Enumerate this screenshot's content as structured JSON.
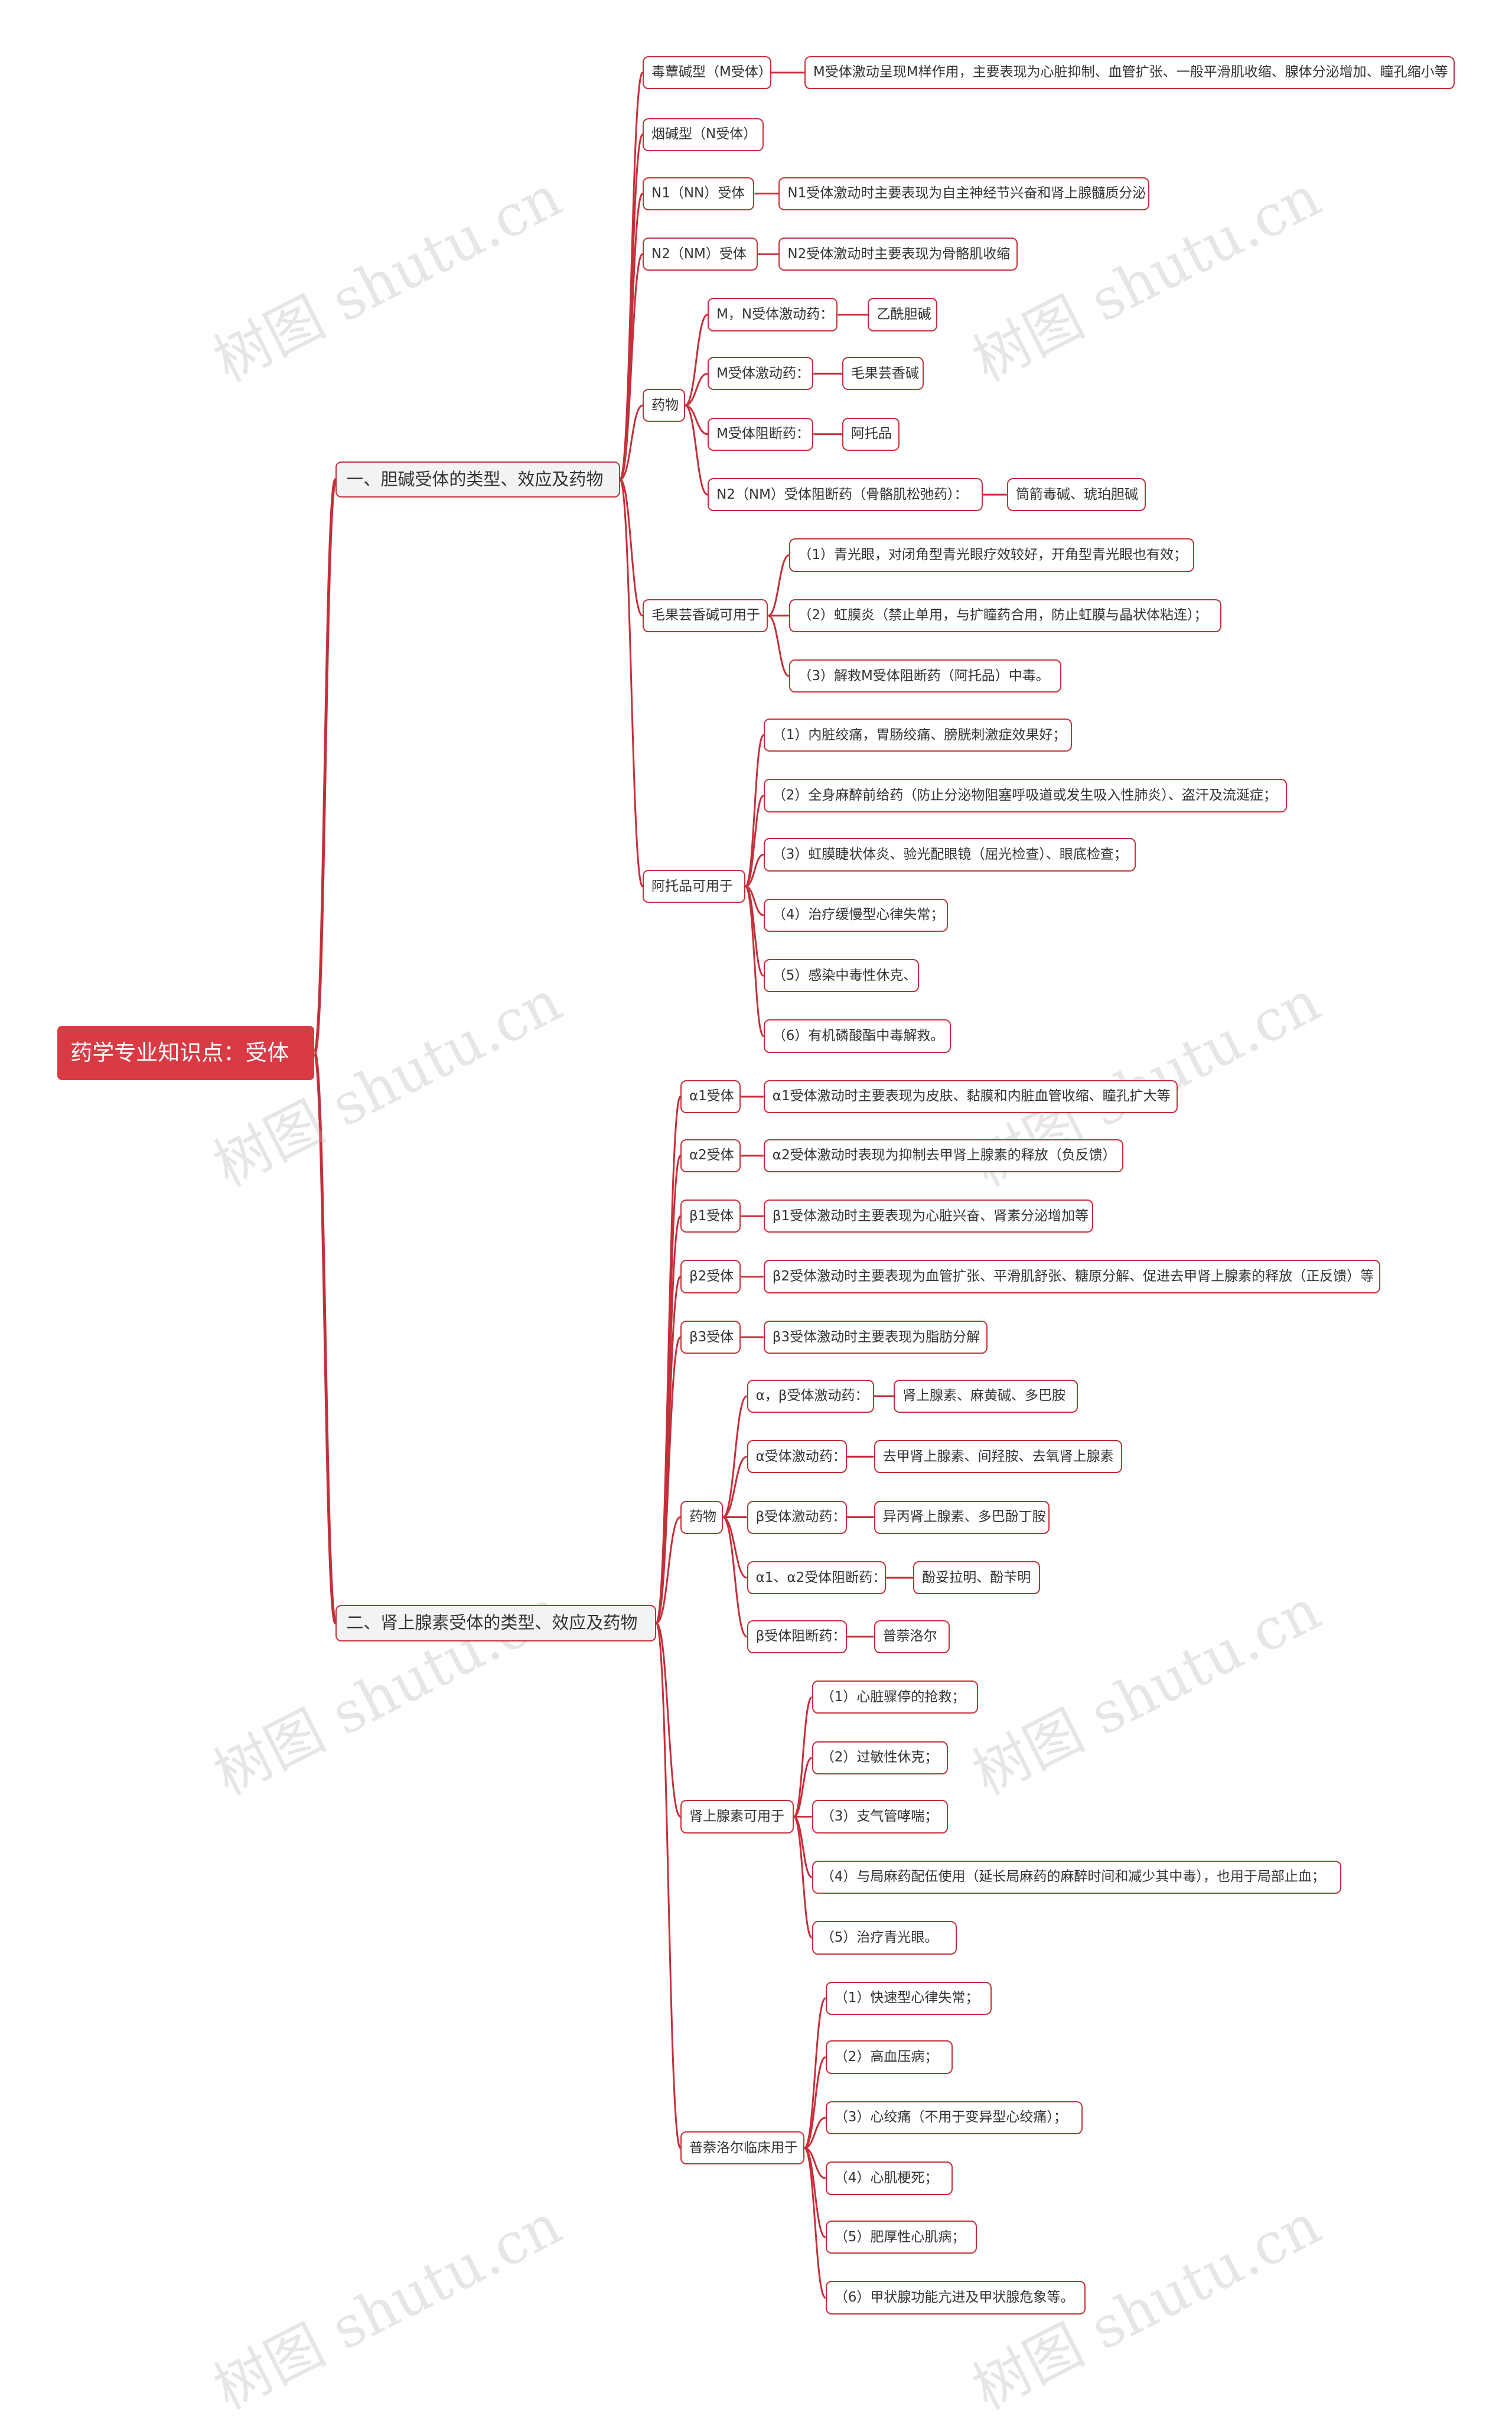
{
  "watermark_text": "树图 shutu.cn",
  "colors": {
    "accent": "#c4303a",
    "root_fill": "#d93a44",
    "branch_fill": "#f3f3f5"
  },
  "tree": {
    "text": "药学专业知识点：受体",
    "children": [
      {
        "text": "一、胆碱受体的类型、效应及药物",
        "children": [
          {
            "text": "毒蕈碱型（M受体）",
            "children": [
              {
                "text": "M受体激动呈现M样作用，主要表现为心脏抑制、血管扩张、一般平滑肌收缩、腺体分泌增加、瞳孔缩小等"
              }
            ]
          },
          {
            "text": "烟碱型（N受体）"
          },
          {
            "text": "N1（NN）受体",
            "children": [
              {
                "text": "N1受体激动时主要表现为自主神经节兴奋和肾上腺髓质分泌"
              }
            ]
          },
          {
            "text": "N2（NM）受体",
            "children": [
              {
                "text": "N2受体激动时主要表现为骨骼肌收缩"
              }
            ]
          },
          {
            "text": "药物",
            "children": [
              {
                "text": "M，N受体激动药：",
                "children": [
                  {
                    "text": "乙酰胆碱"
                  }
                ]
              },
              {
                "text": "M受体激动药：",
                "children": [
                  {
                    "text": "毛果芸香碱"
                  }
                ]
              },
              {
                "text": "M受体阻断药：",
                "children": [
                  {
                    "text": "阿托品"
                  }
                ]
              },
              {
                "text": "N2（NM）受体阻断药（骨骼肌松弛药）：",
                "children": [
                  {
                    "text": "筒箭毒碱、琥珀胆碱"
                  }
                ]
              }
            ]
          },
          {
            "text": "毛果芸香碱可用于",
            "children": [
              {
                "text": "（1）青光眼，对闭角型青光眼疗效较好，开角型青光眼也有效；"
              },
              {
                "text": "（2）虹膜炎（禁止单用，与扩瞳药合用，防止虹膜与晶状体粘连）；"
              },
              {
                "text": "（3）解救M受体阻断药（阿托品）中毒。"
              }
            ]
          },
          {
            "text": "阿托品可用于",
            "children": [
              {
                "text": "（1）内脏绞痛，胃肠绞痛、膀胱刺激症效果好；"
              },
              {
                "text": "（2）全身麻醉前给药（防止分泌物阻塞呼吸道或发生吸入性肺炎）、盗汗及流涎症；"
              },
              {
                "text": "（3）虹膜睫状体炎、验光配眼镜（屈光检查）、眼底检查；"
              },
              {
                "text": "（4）治疗缓慢型心律失常；"
              },
              {
                "text": "（5）感染中毒性休克、"
              },
              {
                "text": "（6）有机磷酸酯中毒解救。"
              }
            ]
          }
        ]
      },
      {
        "text": "二、肾上腺素受体的类型、效应及药物",
        "children": [
          {
            "text": "α1受体",
            "children": [
              {
                "text": "α1受体激动时主要表现为皮肤、黏膜和内脏血管收缩、瞳孔扩大等"
              }
            ]
          },
          {
            "text": "α2受体",
            "children": [
              {
                "text": "α2受体激动时表现为抑制去甲肾上腺素的释放（负反馈）"
              }
            ]
          },
          {
            "text": "β1受体",
            "children": [
              {
                "text": "β1受体激动时主要表现为心脏兴奋、肾素分泌增加等"
              }
            ]
          },
          {
            "text": "β2受体",
            "children": [
              {
                "text": "β2受体激动时主要表现为血管扩张、平滑肌舒张、糖原分解、促进去甲肾上腺素的释放（正反馈）等"
              }
            ]
          },
          {
            "text": "β3受体",
            "children": [
              {
                "text": "β3受体激动时主要表现为脂肪分解"
              }
            ]
          },
          {
            "text": "药物",
            "children": [
              {
                "text": "α，β受体激动药：",
                "children": [
                  {
                    "text": "肾上腺素、麻黄碱、多巴胺"
                  }
                ]
              },
              {
                "text": "α受体激动药：",
                "children": [
                  {
                    "text": "去甲肾上腺素、间羟胺、去氧肾上腺素"
                  }
                ]
              },
              {
                "text": "β受体激动药：",
                "children": [
                  {
                    "text": "异丙肾上腺素、多巴酚丁胺"
                  }
                ]
              },
              {
                "text": "α1、α2受体阻断药：",
                "children": [
                  {
                    "text": "酚妥拉明、酚苄明"
                  }
                ]
              },
              {
                "text": "β受体阻断药：",
                "children": [
                  {
                    "text": "普萘洛尔"
                  }
                ]
              }
            ]
          },
          {
            "text": "肾上腺素可用于",
            "children": [
              {
                "text": "（1）心脏骤停的抢救；"
              },
              {
                "text": "（2）过敏性休克；"
              },
              {
                "text": "（3）支气管哮喘；"
              },
              {
                "text": "（4）与局麻药配伍使用（延长局麻药的麻醉时间和减少其中毒），也用于局部止血；"
              },
              {
                "text": "（5）治疗青光眼。"
              }
            ]
          },
          {
            "text": "普萘洛尔临床用于",
            "children": [
              {
                "text": "（1）快速型心律失常；"
              },
              {
                "text": "（2）高血压病；"
              },
              {
                "text": "（3）心绞痛（不用于变异型心绞痛）；"
              },
              {
                "text": "（4）心肌梗死；"
              },
              {
                "text": "（5）肥厚性心肌病；"
              },
              {
                "text": "（6）甲状腺功能亢进及甲状腺危象等。"
              }
            ]
          }
        ]
      }
    ]
  }
}
